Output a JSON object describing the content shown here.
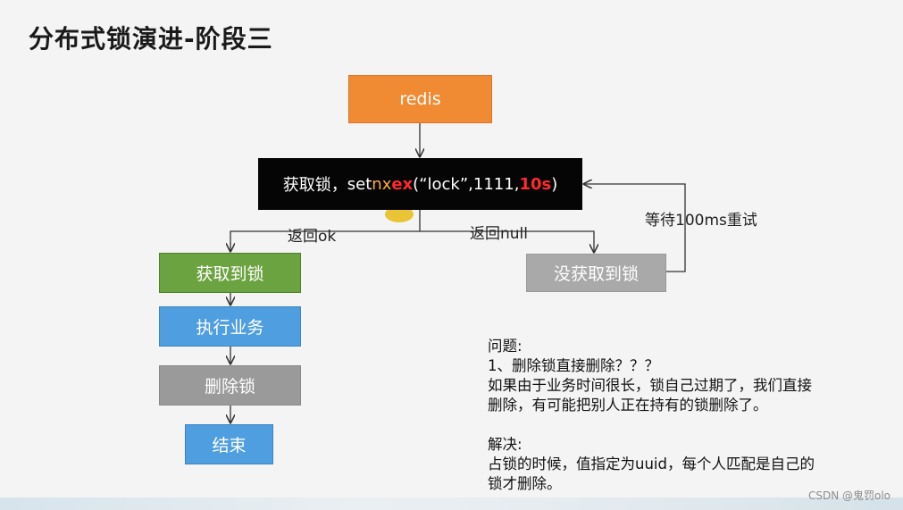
{
  "title": "分布式锁演进-阶段三",
  "nodes": {
    "redis": "redis",
    "acquire_prefix": "获取锁，",
    "acquire_set": "set",
    "acquire_nx": "nx",
    "acquire_ex": "ex",
    "acquire_args": "(“lock”,1111,",
    "acquire_timeout": "10s",
    "acquire_close": ")",
    "ok": "获取到锁",
    "fail": "没获取到锁",
    "exec": "执行业务",
    "delete": "删除锁",
    "end": "结束"
  },
  "edges": {
    "return_ok": "返回ok",
    "return_null": "返回null",
    "retry": "等待100ms重试"
  },
  "note": {
    "question_title": "问题:",
    "question_1": "1、删除锁直接删除？？？",
    "question_2": "如果由于业务时间很长，锁自己过期了，我们直接",
    "question_3": "删除，有可能把别人正在持有的锁删除了。",
    "solution_title": "解决:",
    "solution_1": "占锁的时候，值指定为uuid，每个人匹配是自己的",
    "solution_2": "锁才删除。"
  },
  "watermark": "CSDN @鬼罚olo"
}
